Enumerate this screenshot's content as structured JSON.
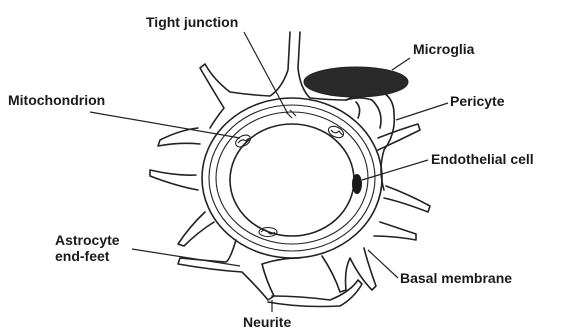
{
  "labels": {
    "tight_junction": "Tight junction",
    "microglia": "Microglia",
    "mitochondrion": "Mitochondrion",
    "pericyte": "Pericyte",
    "endothelial_cell": "Endothelial cell",
    "astrocyte_line1": "Astrocyte",
    "astrocyte_line2": "end-feet",
    "basal_membrane": "Basal membrane",
    "neurite": "Neurite"
  },
  "colors": {
    "line": "#222222",
    "microglia_fill": "#2a2a2a",
    "nucleus_fill": "#1a1a1a",
    "background": "#ffffff"
  }
}
